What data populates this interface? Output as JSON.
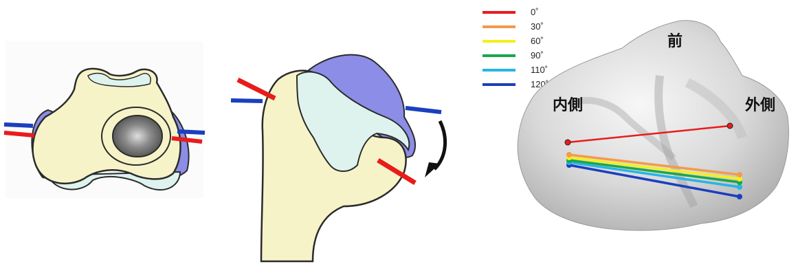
{
  "legend": {
    "items": [
      {
        "label": "0˚",
        "color": "#e81c1c"
      },
      {
        "label": "30˚",
        "color": "#f39a4c"
      },
      {
        "label": "60˚",
        "color": "#f5ef1d"
      },
      {
        "label": "90˚",
        "color": "#1aa64a"
      },
      {
        "label": "110˚",
        "color": "#27b4e6"
      },
      {
        "label": "120˚",
        "color": "#1b3fbe"
      }
    ]
  },
  "labels": {
    "anterior": "前",
    "medial": "内側",
    "lateral": "外側"
  },
  "colors": {
    "bone_fill": "#f6f3c8",
    "cartilage_fill": "#dff3ee",
    "soft_tissue_fill": "#8c8de6",
    "outline": "#2b2b2b",
    "red_line": "#e81c1c",
    "blue_line": "#1b3fbe",
    "surface_gray": "#c9c9c9"
  }
}
